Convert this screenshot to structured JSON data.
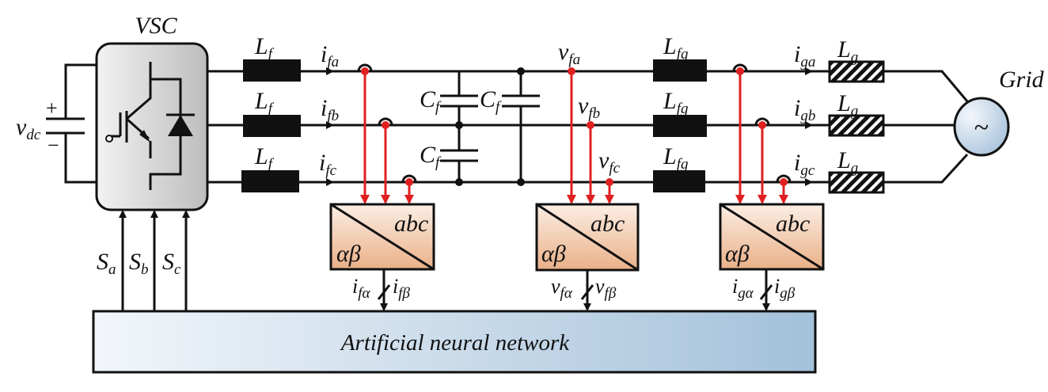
{
  "vsc": {
    "title": "VSC"
  },
  "dc": {
    "label": "v",
    "sub": "dc",
    "plus": "+",
    "minus": "−"
  },
  "switch_signals": [
    {
      "label": "S",
      "sub": "a"
    },
    {
      "label": "S",
      "sub": "b"
    },
    {
      "label": "S",
      "sub": "c"
    }
  ],
  "filter_inductors": [
    {
      "label": "L",
      "sub": "f"
    },
    {
      "label": "L",
      "sub": "f"
    },
    {
      "label": "L",
      "sub": "f"
    }
  ],
  "filter_currents": [
    {
      "label": "i",
      "sub": "fa"
    },
    {
      "label": "i",
      "sub": "fb"
    },
    {
      "label": "i",
      "sub": "fc"
    }
  ],
  "capacitors": [
    {
      "label": "C",
      "sub": "f"
    },
    {
      "label": "C",
      "sub": "f"
    },
    {
      "label": "C",
      "sub": "f"
    }
  ],
  "cap_voltages": [
    {
      "label": "v",
      "sub": "fa"
    },
    {
      "label": "v",
      "sub": "fb"
    },
    {
      "label": "v",
      "sub": "fc"
    }
  ],
  "grid_side_inductors": [
    {
      "label": "L",
      "sub": "fg"
    },
    {
      "label": "L",
      "sub": "fg"
    },
    {
      "label": "L",
      "sub": "fg"
    }
  ],
  "grid_currents": [
    {
      "label": "i",
      "sub": "ga"
    },
    {
      "label": "i",
      "sub": "gb"
    },
    {
      "label": "i",
      "sub": "gc"
    }
  ],
  "grid_inductors": [
    {
      "label": "L",
      "sub": "g"
    },
    {
      "label": "L",
      "sub": "g"
    },
    {
      "label": "L",
      "sub": "g"
    }
  ],
  "grid": {
    "label": "Grid",
    "symbol": "~"
  },
  "transforms": [
    {
      "top": "abc",
      "bottom": "αβ",
      "out1": {
        "label": "i",
        "sub": "fα"
      },
      "out2": {
        "label": "i",
        "sub": "fβ"
      }
    },
    {
      "top": "abc",
      "bottom": "αβ",
      "out1": {
        "label": "v",
        "sub": "fα"
      },
      "out2": {
        "label": "v",
        "sub": "fβ"
      }
    },
    {
      "top": "abc",
      "bottom": "αβ",
      "out1": {
        "label": "i",
        "sub": "gα"
      },
      "out2": {
        "label": "i",
        "sub": "gβ"
      }
    }
  ],
  "controller": {
    "label": "Artificial neural network"
  },
  "colors": {
    "measurement": "#e02020",
    "transform_fill": "#eeb890",
    "ann_fill": "#a9c5dd",
    "vsc_fill": "#c8c8c8"
  }
}
